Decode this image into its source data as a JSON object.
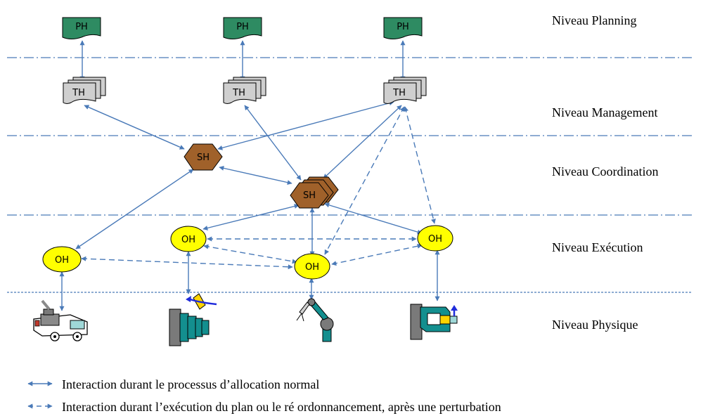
{
  "levels": {
    "planning": "Niveau Planning",
    "management": "Niveau Management",
    "coordination": "Niveau Coordination",
    "execution": "Niveau Exécution",
    "physical": "Niveau Physique"
  },
  "nodes": {
    "ph": "PH",
    "th": "TH",
    "sh": "SH",
    "oh": "OH"
  },
  "legend": {
    "normal": "Interaction durant le processus d’allocation normal",
    "perturbation": "Interaction durant l’exécution du plan ou le ré ordonnancement, après une perturbation"
  },
  "colors": {
    "ph_fill": "#2e8b62",
    "th_fill": "#cfcfcf",
    "sh_fill": "#a0612a",
    "oh_fill": "#ffff00",
    "arrow": "#4a7ab8",
    "separator": "#4a7ab8",
    "machine_teal": "#138f8f",
    "machine_gray": "#7a7a7a"
  }
}
